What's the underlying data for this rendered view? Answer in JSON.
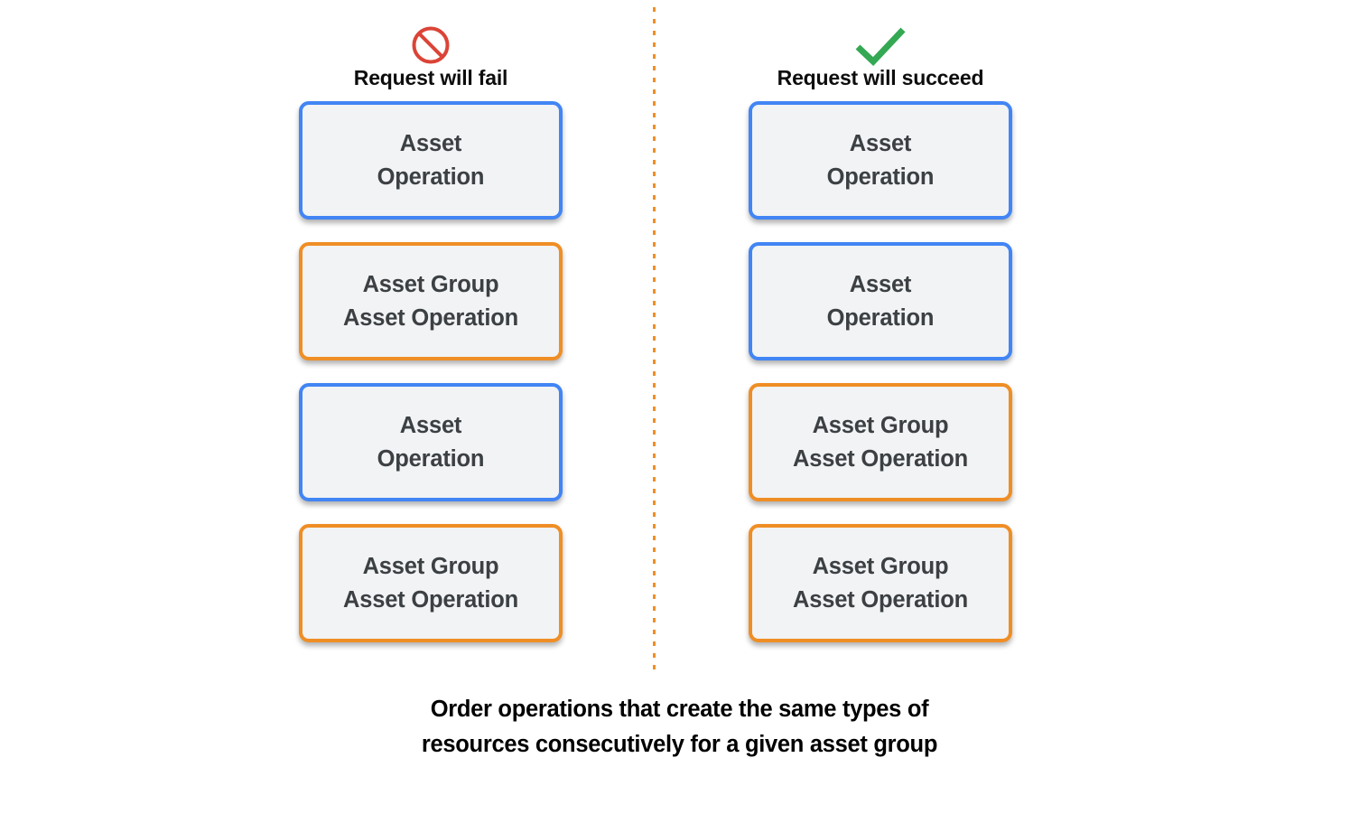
{
  "colors": {
    "blue": "#4285F4",
    "orange": "#EF8E25",
    "green": "#34A853",
    "red": "#DB4437",
    "box_fill": "#F1F3F4",
    "box_text": "#3C4043",
    "background": "#FFFFFF"
  },
  "columns": [
    {
      "id": "fail",
      "icon": "prohibition-icon",
      "title": "Request will fail",
      "boxes": [
        {
          "type": "asset-operation",
          "label": "Asset\nOperation",
          "border": "blue"
        },
        {
          "type": "asset-group-operation",
          "label": "Asset Group\nAsset Operation",
          "border": "orange"
        },
        {
          "type": "asset-operation",
          "label": "Asset\nOperation",
          "border": "blue"
        },
        {
          "type": "asset-group-operation",
          "label": "Asset Group\nAsset Operation",
          "border": "orange"
        }
      ]
    },
    {
      "id": "succeed",
      "icon": "checkmark-icon",
      "title": "Request will succeed",
      "boxes": [
        {
          "type": "asset-operation",
          "label": "Asset\nOperation",
          "border": "blue"
        },
        {
          "type": "asset-operation",
          "label": "Asset\nOperation",
          "border": "blue"
        },
        {
          "type": "asset-group-operation",
          "label": "Asset Group\nAsset Operation",
          "border": "orange"
        },
        {
          "type": "asset-group-operation",
          "label": "Asset Group\nAsset Operation",
          "border": "orange"
        }
      ]
    }
  ],
  "caption": "Order operations that create the same types of\nresources consecutively for a given asset group",
  "divider": {
    "style": "dotted",
    "orientation": "vertical",
    "color": "#EF8E25"
  }
}
